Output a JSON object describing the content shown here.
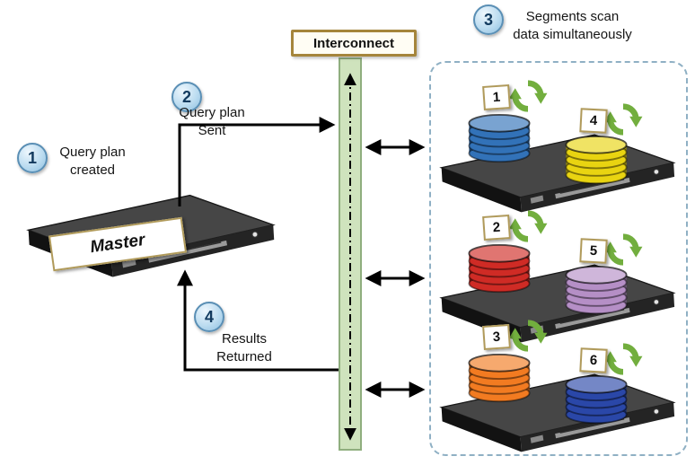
{
  "interconnect": {
    "label": "Interconnect"
  },
  "master": {
    "label": "Master"
  },
  "steps": {
    "s1": {
      "number": "1",
      "lines": [
        "Query plan",
        "created"
      ]
    },
    "s2": {
      "number": "2",
      "lines": [
        "Query plan",
        "Sent"
      ]
    },
    "s3": {
      "number": "3",
      "lines": [
        "Segments scan",
        "data simultaneously"
      ]
    },
    "s4": {
      "number": "4",
      "lines": [
        "Results",
        "Returned"
      ]
    }
  },
  "segments": [
    {
      "disks": [
        {
          "number": "1",
          "color": "#3272b8"
        },
        {
          "number": "4",
          "color": "#e9d411"
        }
      ]
    },
    {
      "disks": [
        {
          "number": "2",
          "color": "#cf2b25"
        },
        {
          "number": "5",
          "color": "#b58fc6"
        }
      ]
    },
    {
      "disks": [
        {
          "number": "3",
          "color": "#f27b21"
        },
        {
          "number": "6",
          "color": "#2a47a8"
        }
      ]
    }
  ],
  "colors": {
    "badge_fill": "#bcdcf0",
    "badge_border": "#5a8fb5",
    "bus_fill": "#cfe3bd",
    "bus_border": "#8fae7e",
    "card_border": "#b09a5a",
    "segment_box_border": "#8fb0c4",
    "refresh_green": "#72ae3e",
    "arrow_black": "#000000"
  }
}
